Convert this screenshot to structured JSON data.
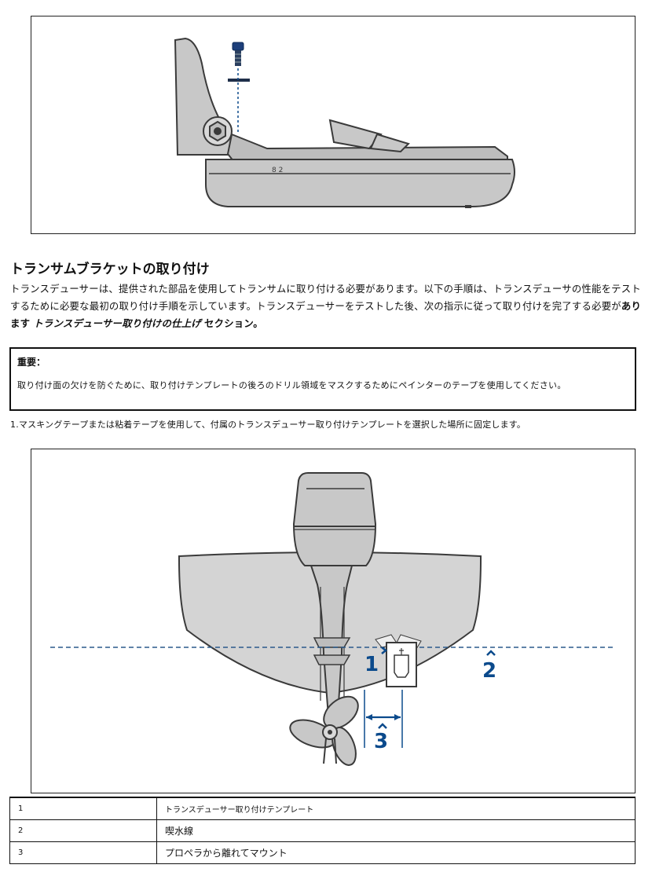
{
  "section": {
    "title": "トランサムブラケットの取り付け",
    "intro_part1": "トランスデューサーは、提供された部品を使用してトランサムに取り付ける必要があります。以下の手順は、トランスデューサの性能をテストするために必要な最初の取り付け手順を示しています。トランスデューサーをテストした後、次の指示に従って取り付けを完了する必要が",
    "intro_bold": "あります",
    "intro_bold_italic": "トランスデューサー取り付けの仕上げ",
    "intro_end": "セクション。"
  },
  "important": {
    "title": "重要：",
    "text": "取り付け面の欠けを防ぐために、取り付けテンプレートの後ろのドリル領域をマスクするためにペインターのテープを使用してください。"
  },
  "step1": "1.マスキングテープまたは粘着テープを使用して、付属のトランスデューサー取り付けテンプレートを選択した場所に固定します。",
  "callouts": {
    "c1": "1",
    "c2": "2",
    "c3": "3"
  },
  "legend": [
    {
      "num": "1",
      "desc": "トランスデューサー取り付けテンプレート"
    },
    {
      "num": "2",
      "desc": "喫水線"
    },
    {
      "num": "3",
      "desc": "プロペラから離れてマウント"
    }
  ],
  "colors": {
    "accent": "#0b4a8c",
    "gray": "#c8c8c8",
    "outline": "#3a3a3a"
  }
}
